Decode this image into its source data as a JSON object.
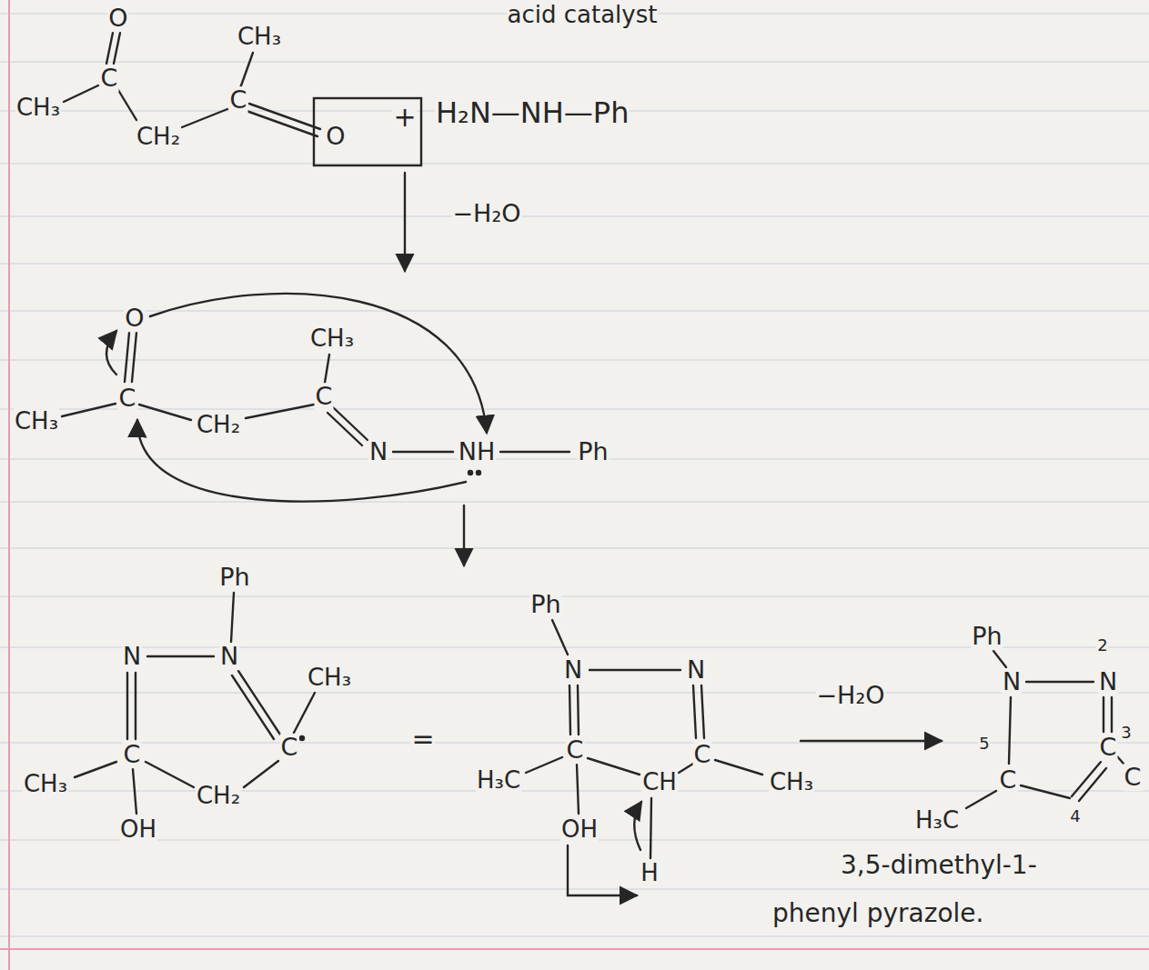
{
  "diagram": {
    "labels": [
      "acid catalyst",
      "O",
      "C",
      "CH₃",
      "CH₃",
      "CH₂",
      "C",
      "O",
      "+",
      "H₂N—NH—Ph",
      "−H₂O",
      "O",
      "C",
      "CH₃",
      "CH₃",
      "CH₂",
      "C",
      "N",
      "NH",
      "Ph",
      "Ph",
      "N",
      "N",
      "CH₃",
      "C",
      "C",
      "CH₃",
      "OH",
      "CH₂",
      "=",
      "Ph",
      "N",
      "N",
      "C",
      "C",
      "H₃C",
      "CH",
      "CH₃",
      "OH",
      "H",
      "−H₂O",
      "Ph",
      "2",
      "N",
      "N",
      "5",
      "C",
      "C",
      "3",
      "4",
      "H₃C",
      "C",
      "3,5-dimethyl-1- phenyl pyrazole."
    ]
  }
}
